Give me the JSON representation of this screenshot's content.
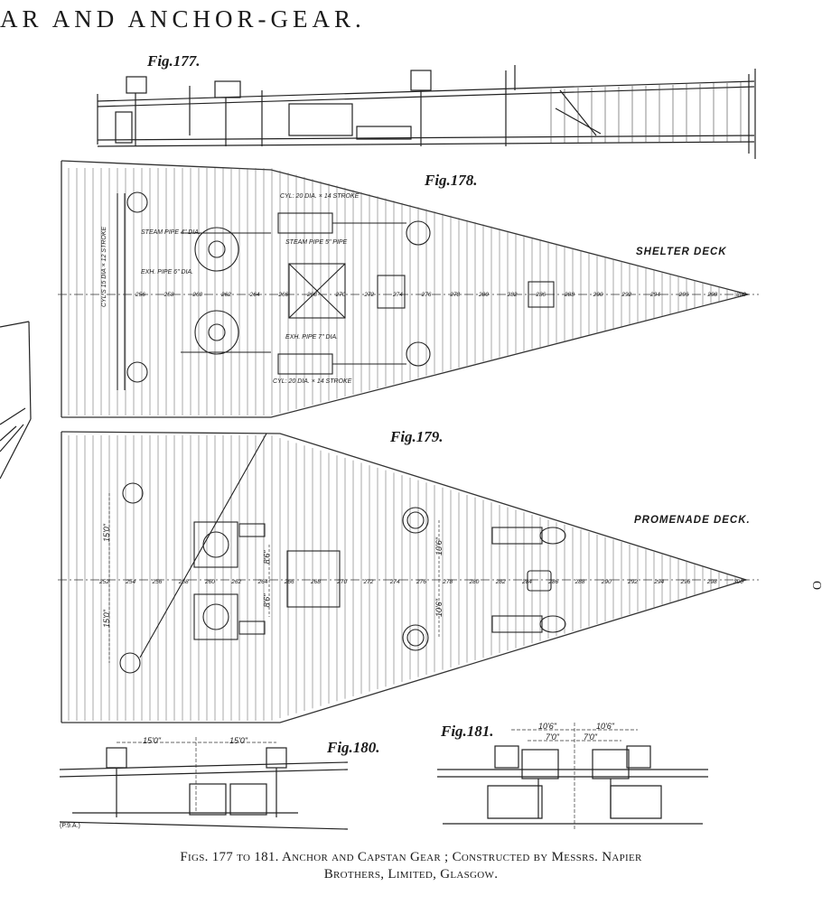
{
  "header": {
    "title": "AR AND ANCHOR-GEAR."
  },
  "figures": {
    "fig177": "Fig.177.",
    "fig178": "Fig.178.",
    "fig179": "Fig.179.",
    "fig180": "Fig.180.",
    "fig181": "Fig.181."
  },
  "decks": {
    "shelter": "SHELTER DECK",
    "promenade": "PROMENADE DECK."
  },
  "fig178_notes": {
    "cyl_top": "CYL: 20 DIA. × 14 STROKE",
    "steam_pipe": "STEAM PIPE 4\" DIA.",
    "steam_pipe_5": "STEAM PIPE 5\" PIPE",
    "exh_pipe": "EXH. PIPE 6\" DIA.",
    "exh_pipe_7": "EXH. PIPE 7\" DIA.",
    "cyl_bottom": "CYL: 20 DIA. × 14 STROKE",
    "cyl_side": "CYL'S 15 DIA × 12 STROKE"
  },
  "frames_178": [
    "256",
    "258",
    "260",
    "262",
    "264",
    "266",
    "268",
    "270",
    "272",
    "274",
    "276",
    "278",
    "280",
    "282",
    "286",
    "288",
    "290",
    "292",
    "294",
    "296",
    "298",
    "300"
  ],
  "frames_179": [
    "252",
    "254",
    "256",
    "258",
    "260",
    "262",
    "264",
    "266",
    "268",
    "270",
    "272",
    "274",
    "276",
    "278",
    "280",
    "282",
    "284",
    "286",
    "288",
    "290",
    "292",
    "294",
    "296",
    "298",
    "300"
  ],
  "dimensions_179": {
    "d15a": "15'0\"",
    "d15b": "15'0\"",
    "d86a": "8'6\"",
    "d86b": "8'6\"",
    "d106a": "10'6\"",
    "d106b": "10'6\""
  },
  "dimensions_180": {
    "a": "15'0\"",
    "b": "15'0\""
  },
  "dimensions_181": {
    "a": "10'6\"",
    "b": "10'6\"",
    "c": "7'0\"",
    "d": "7'0\""
  },
  "stamp": "(P.9.A.)",
  "margin_mark": "O",
  "caption": {
    "line1": "Figs. 177 to 181.   Anchor and Capstan Gear ; Constructed by Messrs. Napier",
    "line2": "Brothers, Limited, Glasgow."
  }
}
